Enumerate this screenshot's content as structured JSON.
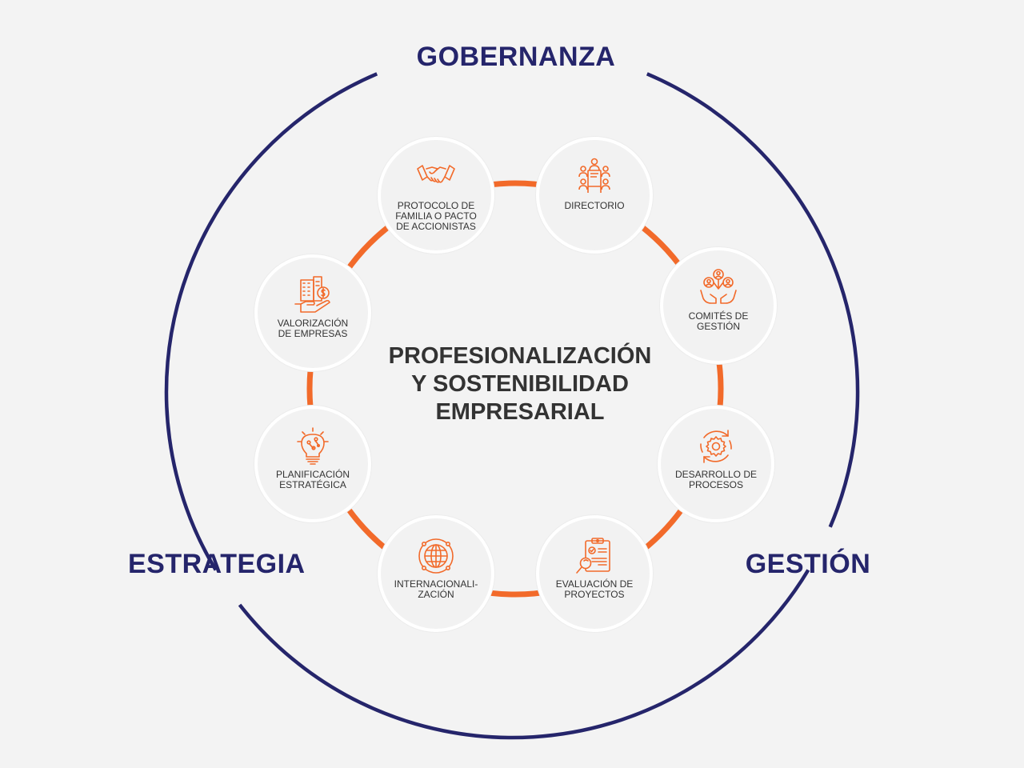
{
  "pillars": {
    "top": "GOBERNANZA",
    "left": "ESTRATEGIA",
    "right": "GESTIÓN"
  },
  "center": {
    "lines": [
      "PROFESIONALIZACIÓN",
      "Y SOSTENIBILIDAD",
      "EMPRESARIAL"
    ]
  },
  "nodes": [
    {
      "label_lines": [
        "PROTOCOLO DE",
        "FAMILIA O PACTO",
        "DE ACCIONISTAS"
      ],
      "icon": "handshake-icon"
    },
    {
      "label_lines": [
        "DIRECTORIO"
      ],
      "icon": "boardroom-icon"
    },
    {
      "label_lines": [
        "COMITÉS DE",
        "GESTIÓN"
      ],
      "icon": "team-hands-icon"
    },
    {
      "label_lines": [
        "DESARROLLO DE",
        "PROCESOS"
      ],
      "icon": "gear-cycle-icon"
    },
    {
      "label_lines": [
        "EVALUACIÓN DE",
        "PROYECTOS"
      ],
      "icon": "clipboard-search-icon"
    },
    {
      "label_lines": [
        "INTERNACIONALI-",
        "ZACIÓN"
      ],
      "icon": "globe-icon"
    },
    {
      "label_lines": [
        "PLANIFICACIÓN",
        "ESTRATÉGICA"
      ],
      "icon": "lightbulb-icon"
    },
    {
      "label_lines": [
        "VALORIZACIÓN",
        "DE EMPRESAS"
      ],
      "icon": "building-value-icon"
    }
  ],
  "colors": {
    "navy": "#25256b",
    "orange": "#f26a2a",
    "node_fill": "#f2f2f2",
    "node_border": "#ffffff",
    "text": "#333333",
    "background": "#f3f3f3"
  }
}
